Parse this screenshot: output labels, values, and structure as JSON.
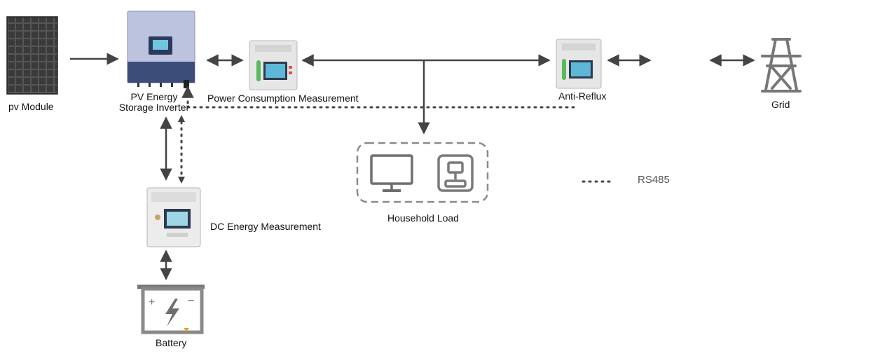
{
  "labels": {
    "pv_module": "pv Module",
    "inverter_line1": "PV Energy",
    "inverter_line2": "Storage Inverter",
    "power_meter": "Power Consumption Measurement",
    "anti_reflux": "Anti-Reflux",
    "grid": "Grid",
    "household_load": "Household Load",
    "dc_meter": "DC Energy Measurement",
    "battery": "Battery",
    "legend_rs485": "RS485"
  },
  "icons": {
    "pv_module": "solar-panel-icon",
    "inverter": "inverter-icon",
    "meter": "din-rail-meter-icon",
    "grid": "power-tower-icon",
    "monitor": "monitor-icon",
    "appliance": "appliance-icon",
    "battery": "battery-icon"
  },
  "colors": {
    "line": "#444444",
    "panel": "#2e2e2e",
    "inverter_body": "#b9c0dc",
    "inverter_base": "#3d4d7a",
    "meter_screen": "#5fb7d8",
    "meter_accent": "#5bb85b",
    "load_icon": "#7a7a7a",
    "battery_accent": "#e8a21a"
  }
}
